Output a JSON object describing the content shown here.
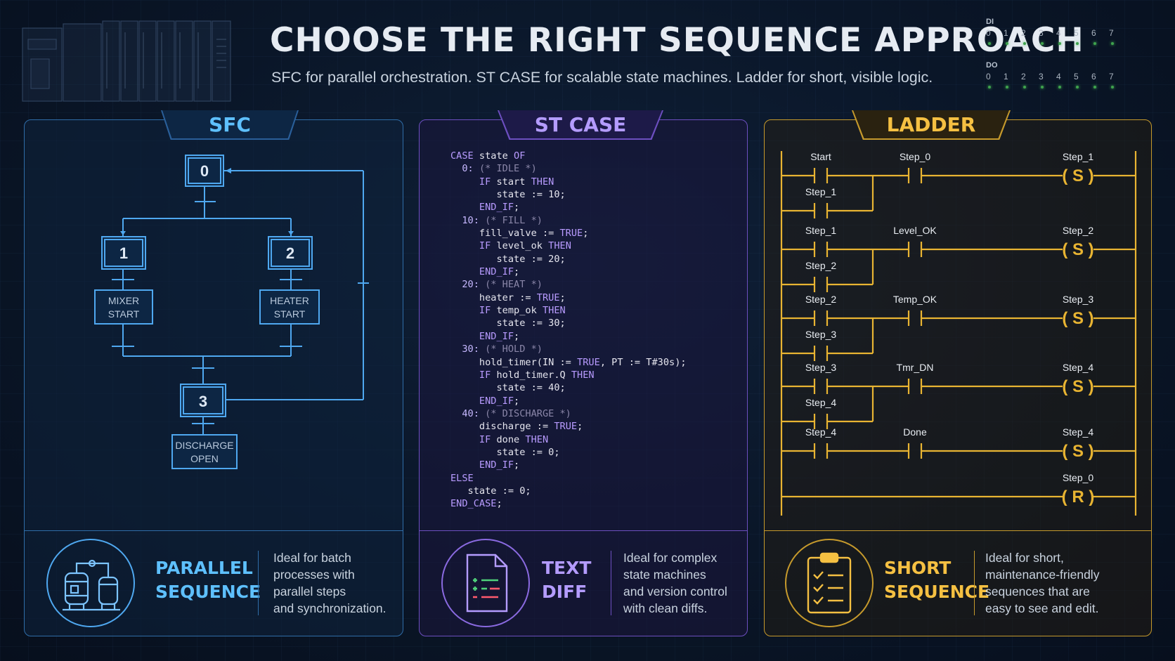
{
  "header": {
    "title": "CHOOSE THE RIGHT SEQUENCE APPROACH",
    "subtitle": "SFC for parallel orchestration. ST CASE for scalable state machines. Ladder for short, visible logic.",
    "di_label": "DI",
    "do_label": "DO",
    "io_numbers": [
      "0",
      "1",
      "2",
      "3",
      "4",
      "5",
      "6",
      "7"
    ],
    "accent_green": "#49c25a"
  },
  "sfc": {
    "tab": "SFC",
    "accent": "#5ec0ff",
    "steps": [
      "0",
      "1",
      "2",
      "3"
    ],
    "actions": {
      "mixer": [
        "MIXER",
        "START"
      ],
      "heater": [
        "HEATER",
        "START"
      ],
      "discharge": [
        "DISCHARGE",
        "OPEN"
      ]
    },
    "footer": {
      "title_line1": "PARALLEL",
      "title_line2": "SEQUENCE",
      "desc": [
        "Ideal for batch",
        "processes with",
        "parallel steps",
        "and synchronization."
      ],
      "icon": "tanks-icon"
    }
  },
  "st": {
    "tab": "ST CASE",
    "accent": "#b49cff",
    "code_lines": [
      "CASE state OF",
      "  0: (* IDLE *)",
      "     IF start THEN",
      "        state := 10;",
      "     END_IF;",
      "  10: (* FILL *)",
      "     fill_valve := TRUE;",
      "     IF level_ok THEN",
      "        state := 20;",
      "     END_IF;",
      "  20: (* HEAT *)",
      "     heater := TRUE;",
      "     IF temp_ok THEN",
      "        state := 30;",
      "     END_IF;",
      "  30: (* HOLD *)",
      "     hold_timer(IN := TRUE, PT := T#30s);",
      "     IF hold_timer.Q THEN",
      "        state := 40;",
      "     END_IF;",
      "  40: (* DISCHARGE *)",
      "     discharge := TRUE;",
      "     IF done THEN",
      "        state := 0;",
      "     END_IF;",
      "ELSE",
      "   state := 0;",
      "END_CASE;"
    ],
    "footer": {
      "title_line1": "TEXT",
      "title_line2": "DIFF",
      "desc": [
        "Ideal for complex",
        "state machines",
        "and version control",
        "with clean diffs."
      ],
      "icon": "diff-file-icon"
    }
  },
  "ladder": {
    "tab": "LADDER",
    "accent": "#f5c042",
    "rungs": [
      {
        "contact": "Start",
        "seal": "Step_1",
        "mid": "Step_0",
        "coil": "Step_1",
        "coil_type": "S"
      },
      {
        "contact": "Step_1",
        "seal": "Step_2",
        "mid": "Level_OK",
        "coil": "Step_2",
        "coil_type": "S"
      },
      {
        "contact": "Step_2",
        "seal": "Step_3",
        "mid": "Temp_OK",
        "coil": "Step_3",
        "coil_type": "S"
      },
      {
        "contact": "Step_3",
        "seal": "Step_4",
        "mid": "Tmr_DN",
        "coil": "Step_4",
        "coil_type": "S"
      },
      {
        "contact": "Step_4",
        "mid": "Done",
        "coil": "Step_4",
        "coil_type": "S"
      },
      {
        "coil": "Step_0",
        "coil_type": "R"
      }
    ],
    "footer": {
      "title_line1": "SHORT",
      "title_line2": "SEQUENCE",
      "desc": [
        "Ideal for short,",
        "maintenance-friendly",
        "sequences that are",
        "easy to see and edit."
      ],
      "icon": "checklist-icon"
    }
  }
}
